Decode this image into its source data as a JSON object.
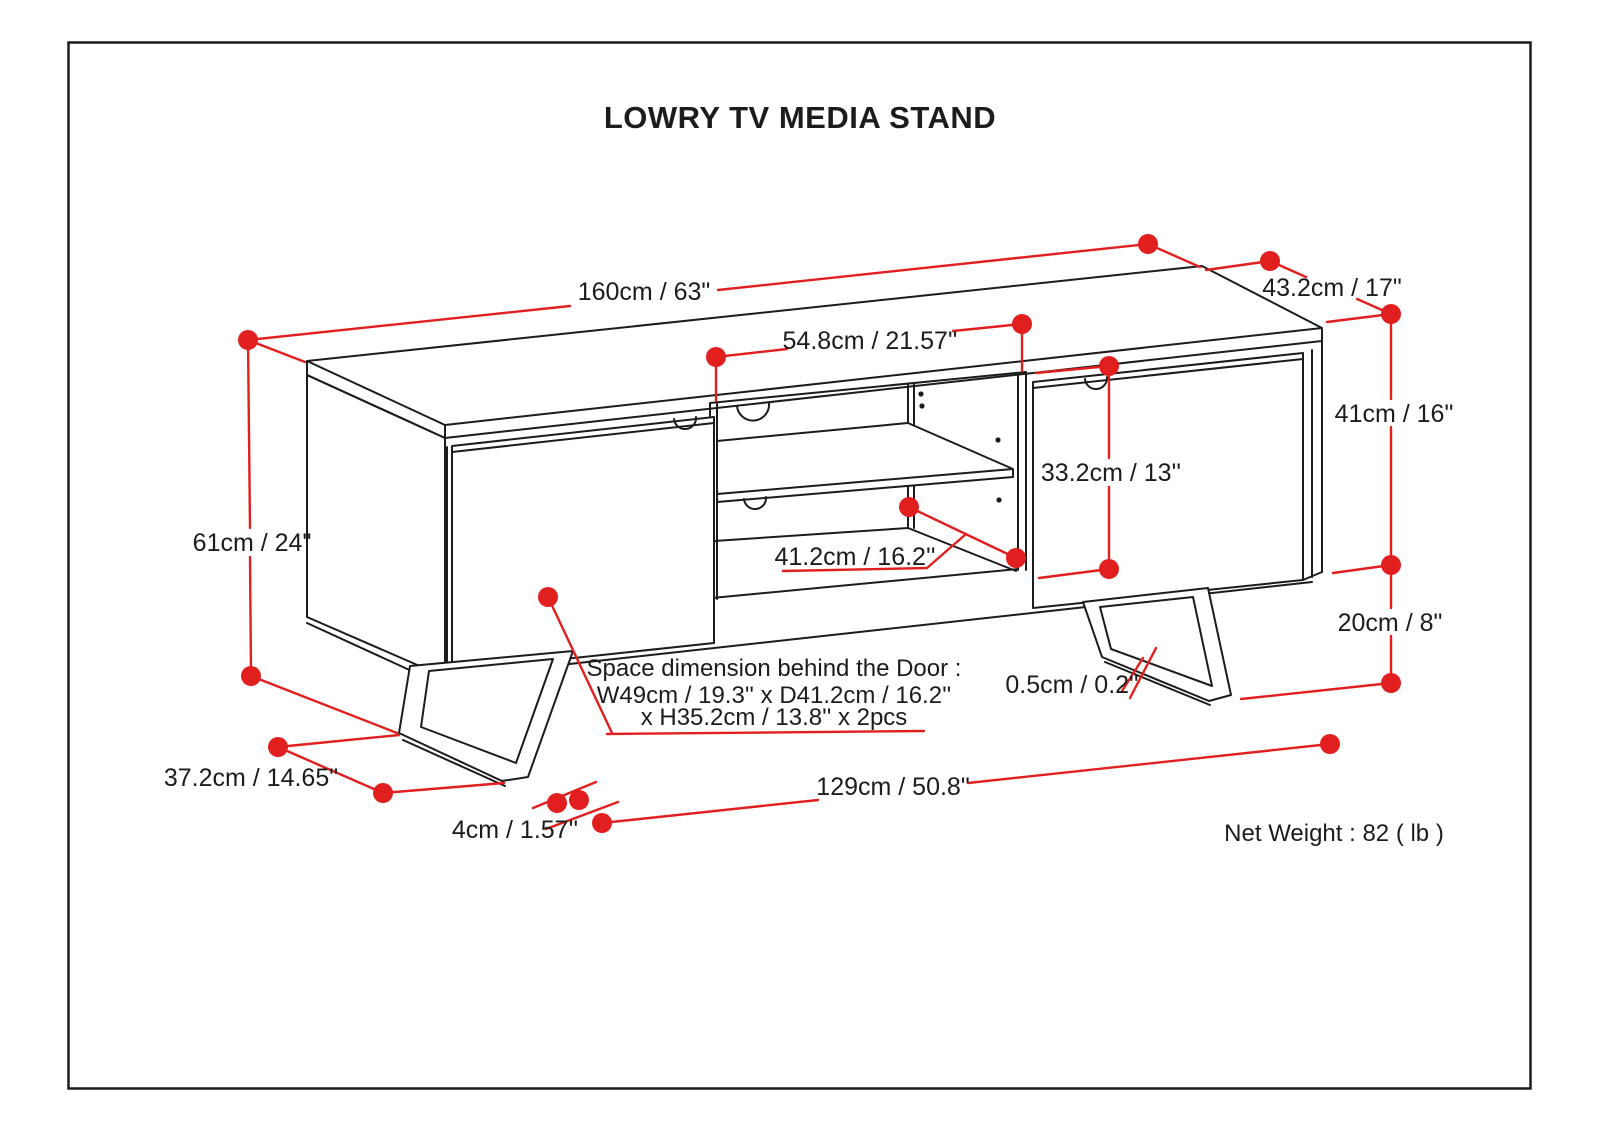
{
  "title": "LOWRY TV MEDIA STAND",
  "colors": {
    "dimension_red": "#e11f1f",
    "line_black": "#1c1c1c",
    "background": "#ffffff"
  },
  "dimensions": {
    "overall_width": "160cm / 63\"",
    "overall_depth": "43.2cm / 17\"",
    "cabinet_height": "41cm / 16\"",
    "overall_height": "61cm / 24\"",
    "opening_width": "54.8cm / 21.57''",
    "opening_height": "33.2cm / 13''",
    "interior_depth": "41.2cm / 16.2''",
    "leg_height": "20cm / 8\"",
    "leg_depth_span": "37.2cm / 14.65\"",
    "leg_width": "4cm / 1.57''",
    "leg_span": "129cm / 50.8\"",
    "glide_thickness": "0.5cm / 0.2''"
  },
  "space_note": {
    "line1": "Space dimension behind the Door :",
    "line2": "W49cm / 19.3'' x D41.2cm / 16.2''",
    "line3": "x H35.2cm / 13.8'' x 2pcs"
  },
  "net_weight": "Net Weight : 82 ( lb )"
}
